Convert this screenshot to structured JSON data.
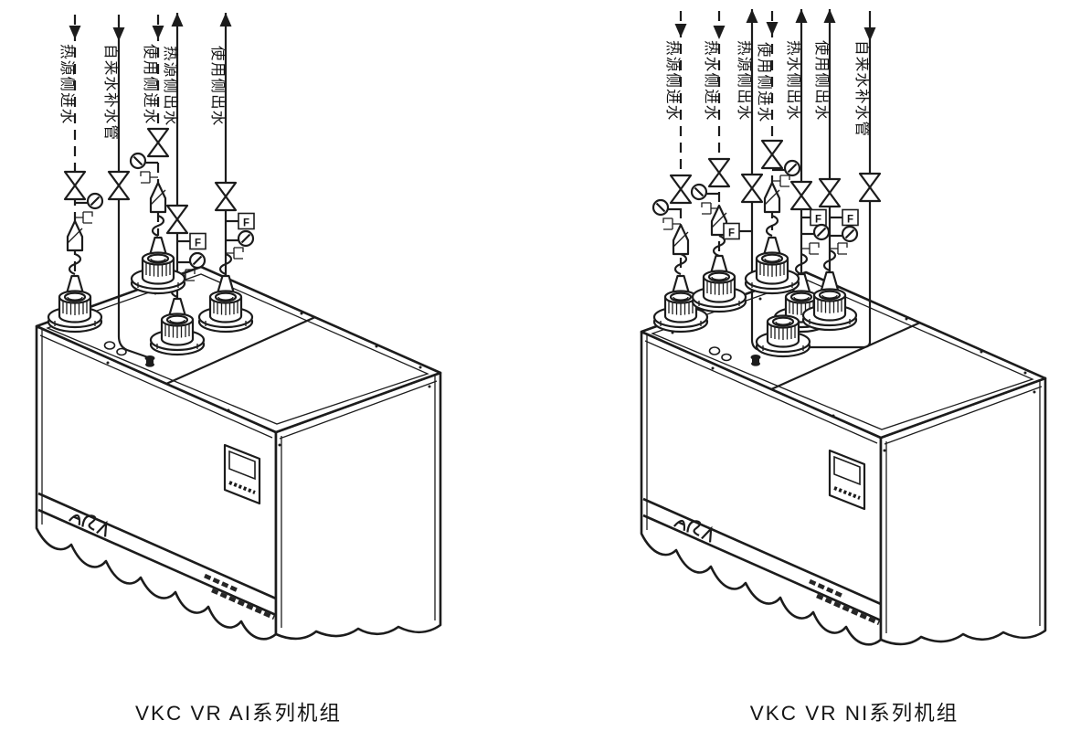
{
  "diagram": {
    "background": "#ffffff",
    "ink_color": "#1c1c1c",
    "flow_meter_label": "F",
    "left_unit": {
      "caption": "VKC VR AI系列机组",
      "pipes": [
        {
          "label": "热源侧进水",
          "line": "dashed",
          "direction": "inlet"
        },
        {
          "label": "自来水补水管",
          "line": "solid",
          "direction": "inlet"
        },
        {
          "label": "使用侧进水",
          "line": "dashed",
          "direction": "inlet"
        },
        {
          "label": "热源侧出水",
          "line": "solid",
          "direction": "outlet"
        },
        {
          "label": "使用侧出水",
          "line": "solid",
          "direction": "outlet"
        }
      ]
    },
    "right_unit": {
      "caption": "VKC VR NI系列机组",
      "pipes": [
        {
          "label": "热源侧进水",
          "line": "dashed",
          "direction": "inlet"
        },
        {
          "label": "热水侧进水",
          "line": "dashed",
          "direction": "inlet"
        },
        {
          "label": "热源侧出水",
          "line": "solid",
          "direction": "outlet"
        },
        {
          "label": "使用侧进水",
          "line": "dashed",
          "direction": "inlet"
        },
        {
          "label": "热水侧出水",
          "line": "solid",
          "direction": "outlet"
        },
        {
          "label": "使用侧出水",
          "line": "solid",
          "direction": "outlet"
        },
        {
          "label": "自来水补水管",
          "line": "solid",
          "direction": "inlet"
        }
      ]
    }
  }
}
